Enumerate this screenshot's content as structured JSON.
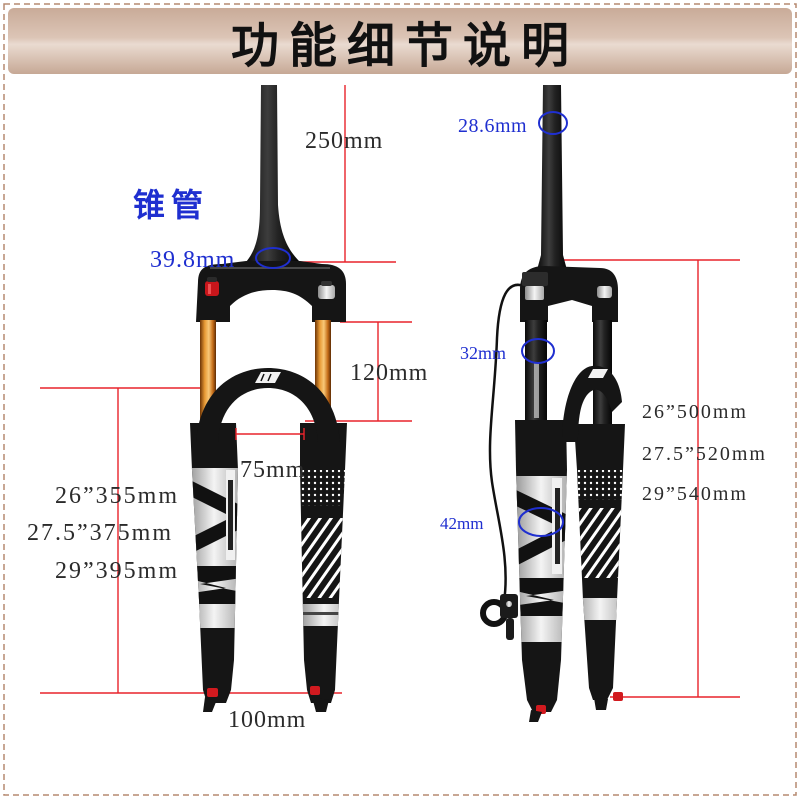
{
  "header": {
    "title": "功能细节说明"
  },
  "left_fork": {
    "tube_label": "锥管",
    "steerer_length": "250mm",
    "crown_diameter": "39.8mm",
    "travel": "120mm",
    "arch_gap": "75mm",
    "size_lengths": [
      "26”355mm",
      "27.5”375mm",
      "29”395mm"
    ],
    "axle_width": "100mm"
  },
  "right_fork": {
    "steerer_diameter": "28.6mm",
    "stanchion_diameter": "32mm",
    "lower_diameter": "42mm",
    "size_lengths": [
      "26”500mm",
      "27.5”520mm",
      "29”540mm"
    ]
  },
  "icons": [
    "remote-lockout-lever-icon",
    "rebound-knob-icon",
    "arch-logo-icon"
  ],
  "colors": {
    "dimension_line": "#e8232b",
    "callout": "#1f2fd0",
    "label_text": "#2b2b2b",
    "banner": "#dcc5b6",
    "stanchion_gold": "#e89a35"
  }
}
